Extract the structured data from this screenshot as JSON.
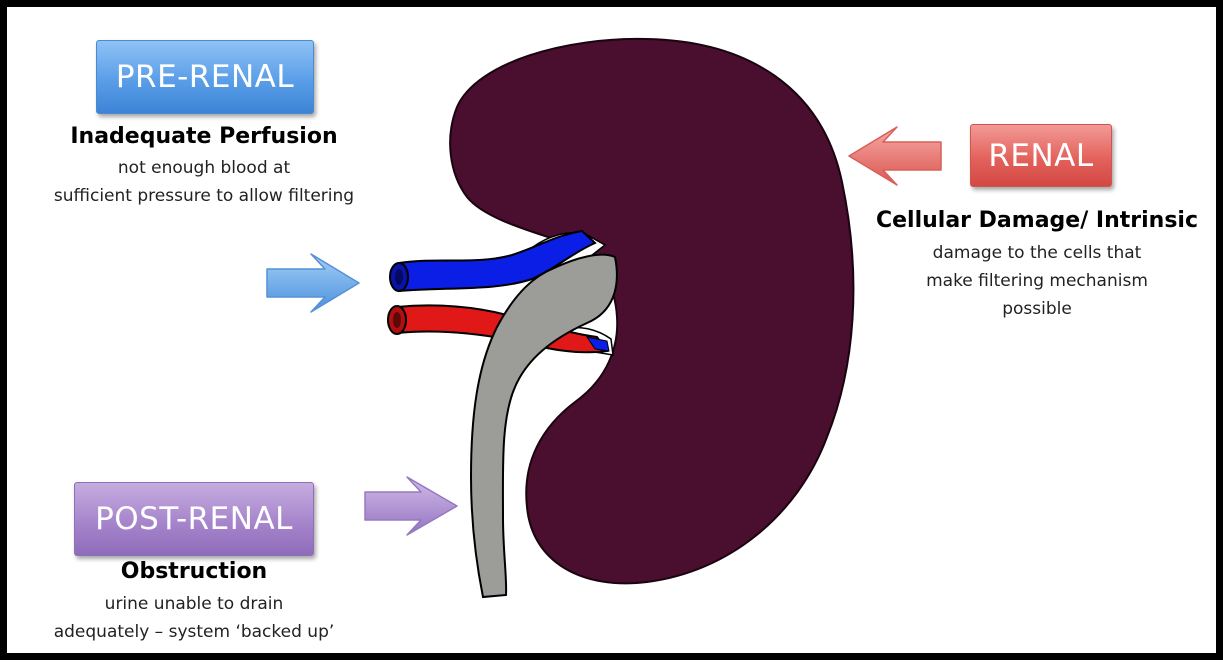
{
  "pre_renal": {
    "label": "PRE-RENAL",
    "heading": "Inadequate Perfusion",
    "description_lines": [
      "not enough blood at",
      "sufficient pressure to allow filtering"
    ],
    "color": "#5a9ee8"
  },
  "renal": {
    "label": "RENAL",
    "heading": "Cellular Damage/ Intrinsic",
    "description_lines": [
      "damage to the cells that",
      "make filtering mechanism",
      "possible"
    ],
    "color": "#e4625c"
  },
  "post_renal": {
    "label": "POST-RENAL",
    "heading": "Obstruction",
    "description_lines": [
      "urine unable to drain",
      "adequately – system ‘backed up’"
    ],
    "color": "#a685cc"
  },
  "colors": {
    "kidney": "#4a0e2e",
    "ureter": "#9c9c98",
    "vein": "#0a1ee6",
    "artery": "#e01818",
    "border": "#000000"
  }
}
